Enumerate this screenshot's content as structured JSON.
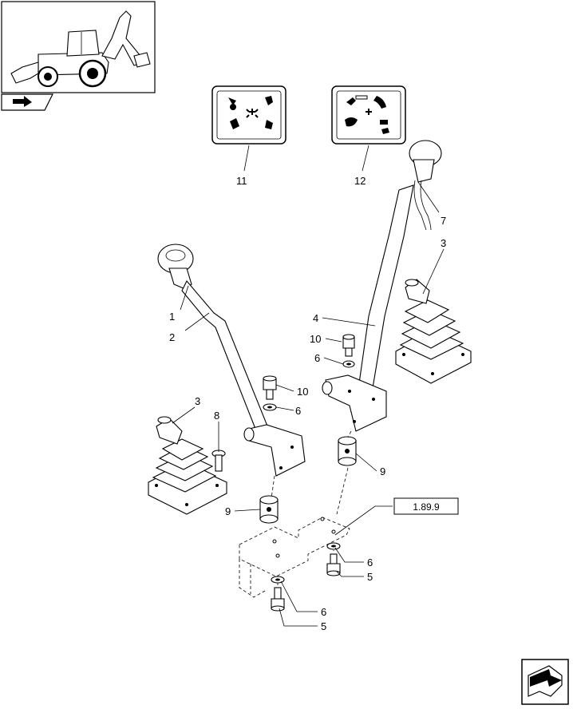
{
  "callouts": {
    "c1": "1",
    "c2": "2",
    "c3a": "3",
    "c3b": "3",
    "c4": "4",
    "c5a": "5",
    "c5b": "5",
    "c6a": "6",
    "c6b": "6",
    "c6c": "6",
    "c6d": "6",
    "c7": "7",
    "c8": "8",
    "c9a": "9",
    "c9b": "9",
    "c10a": "10",
    "c10b": "10",
    "c11": "11",
    "c12": "12"
  },
  "reference_box": "1.89.9",
  "icons": {
    "thumbnail": "backhoe-loader-thumbnail-icon",
    "nav_top": "arrow-indicator-icon",
    "nav_bottom": "next-page-arrow-icon"
  }
}
